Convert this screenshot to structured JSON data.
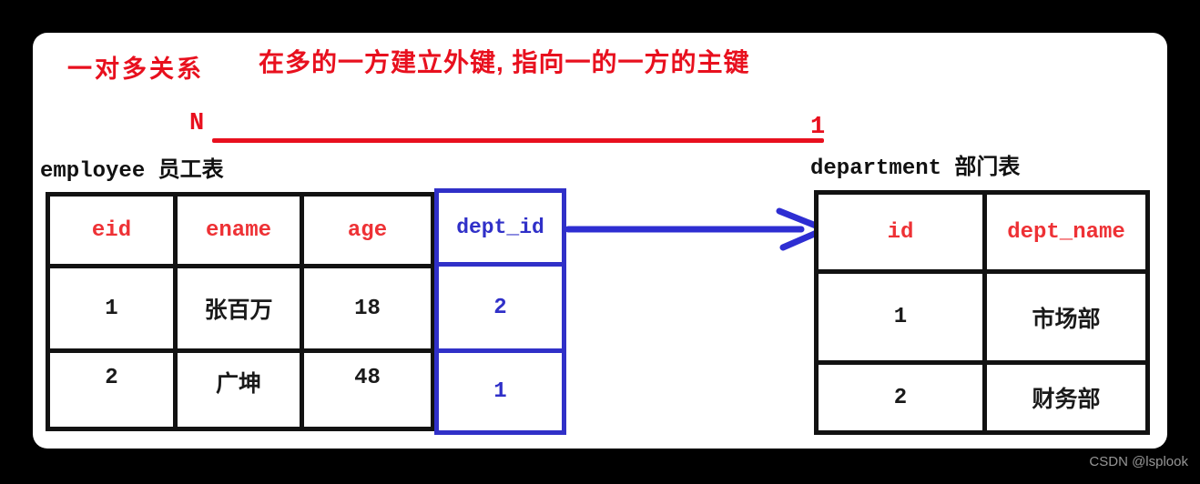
{
  "lesson": {
    "heading": "一对多关系",
    "subheading": "在多的一方建立外键, 指向一的一方的主键"
  },
  "relationship": {
    "many_label": "N",
    "one_label": "1",
    "line_color": "#e8101e",
    "arrow_color": "#2e2ed2"
  },
  "employee_table": {
    "caption": "employee 员工表",
    "columns": [
      "eid",
      "ename",
      "age"
    ],
    "rows": [
      [
        "1",
        "张百万",
        "18"
      ],
      [
        "2",
        "广坤",
        "48"
      ]
    ],
    "foreign_key": {
      "column": "dept_id",
      "values": [
        "2",
        "1"
      ],
      "highlight_color": "#3030c8"
    }
  },
  "department_table": {
    "caption": "department 部门表",
    "columns": [
      "id",
      "dept_name"
    ],
    "rows": [
      [
        "1",
        "市场部"
      ],
      [
        "2",
        "财务部"
      ]
    ]
  },
  "watermark": "CSDN @lsplook",
  "colors": {
    "background": "#000000",
    "panel": "#ffffff",
    "title_red": "#e8101e",
    "header_red": "#ee3135",
    "fk_blue": "#3030c8",
    "border_black": "#121212"
  }
}
